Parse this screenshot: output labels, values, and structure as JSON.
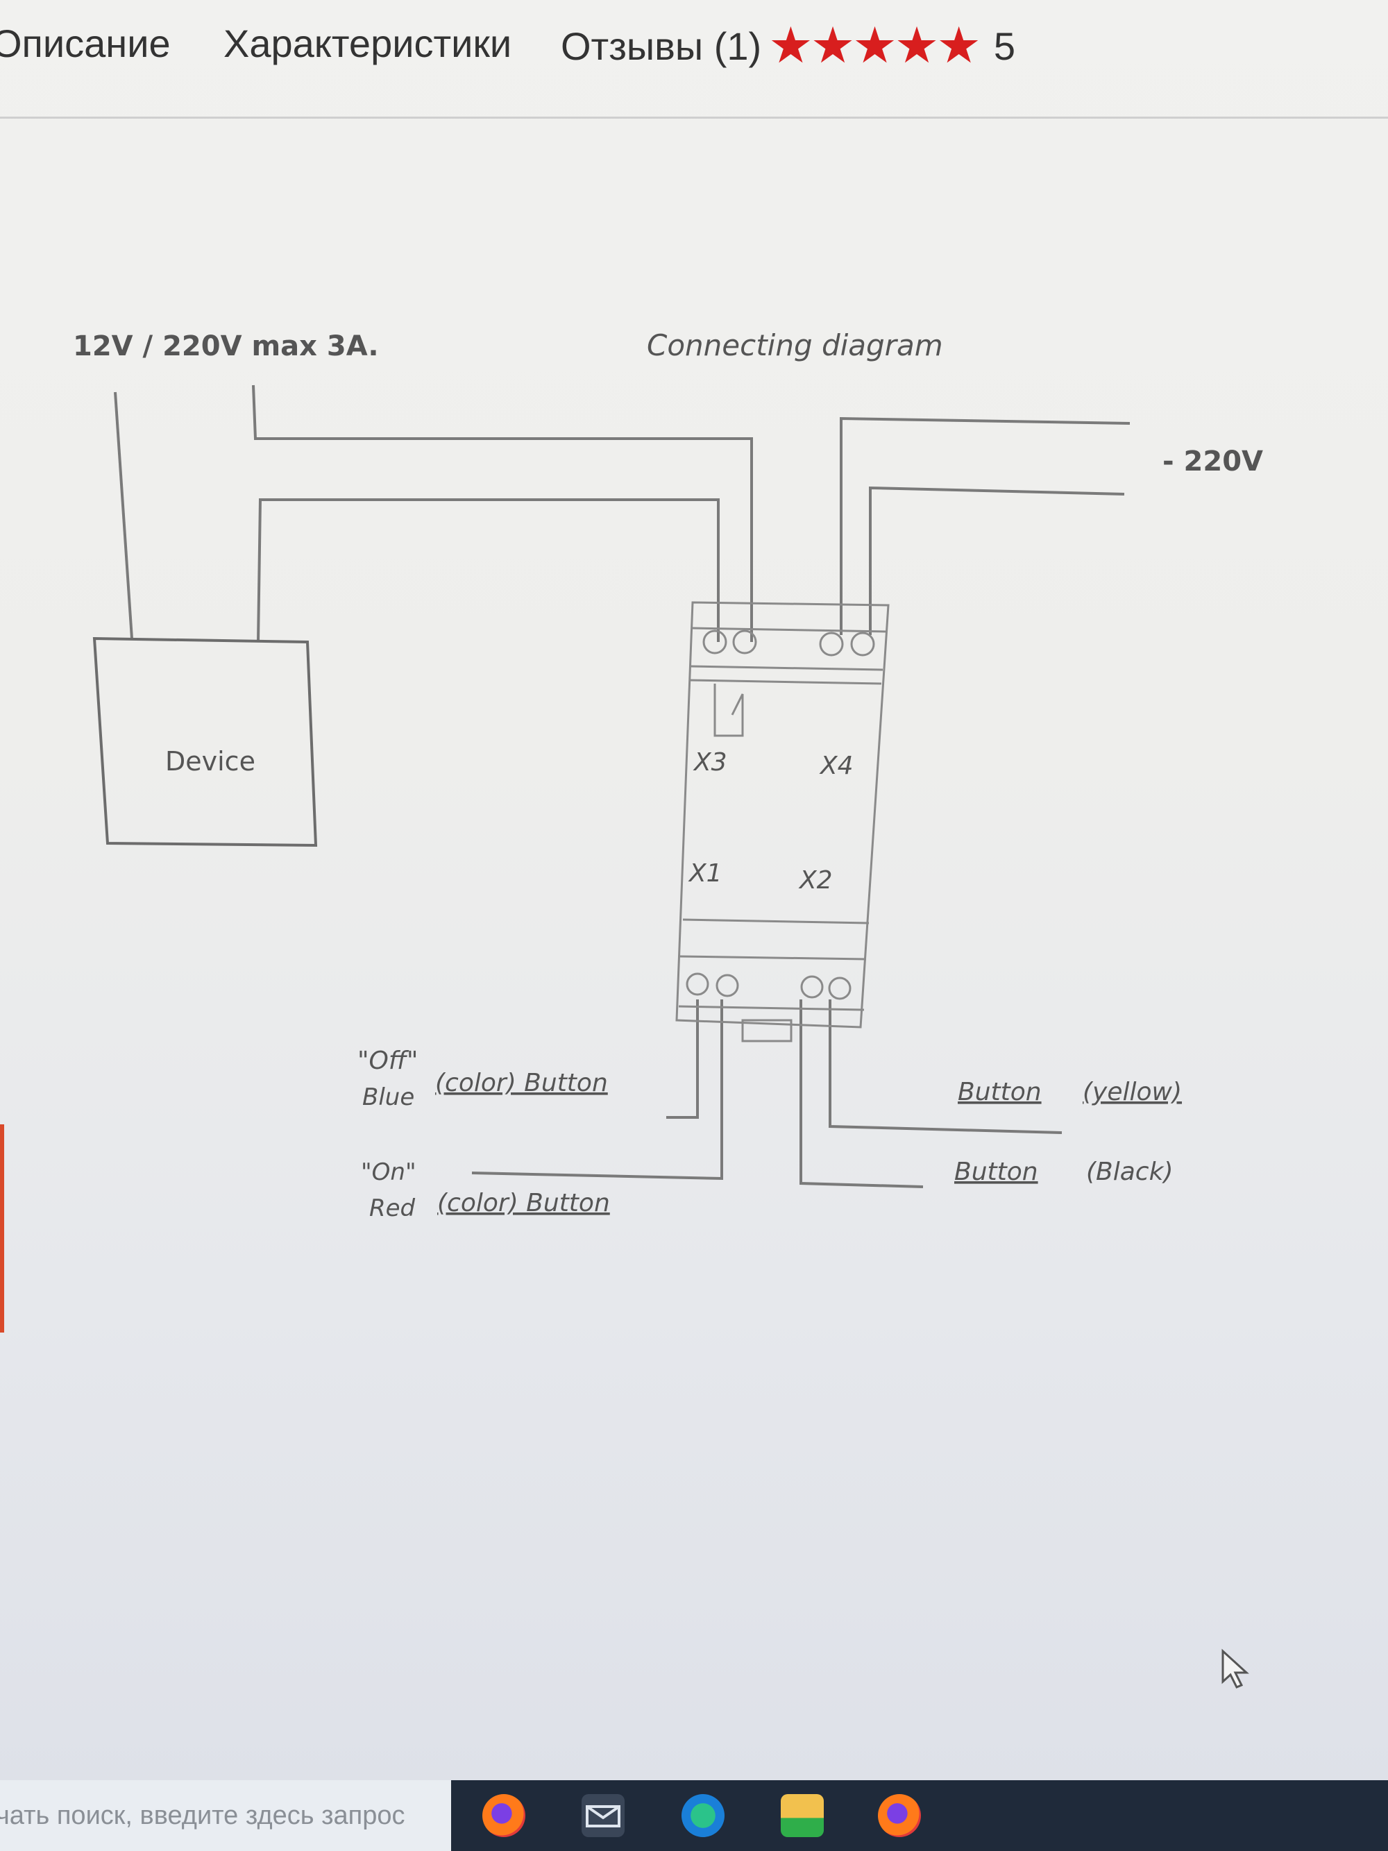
{
  "tabs": {
    "description": "Описание",
    "specs": "Характеристики",
    "reviews": "Отзывы (1)",
    "rating_stars": 5,
    "rating_value": "5"
  },
  "diagram": {
    "power_label": "12V / 220V max 3A.",
    "title": "Connecting diagram",
    "mains_label": "- 220V",
    "device_label": "Device",
    "terminal_x3": "X3",
    "terminal_x4": "X4",
    "terminal_x1": "X1",
    "terminal_x2": "X2",
    "off_label": "\"Off\"",
    "off_color": "Blue",
    "off_button": "(color)  Button",
    "on_label": "\"On\"",
    "on_color": "Red",
    "on_button": "(color)  Button",
    "yellow_button": "Button",
    "yellow_color": "(yellow)",
    "black_button": "Button",
    "black_color": "(Black)"
  },
  "taskbar": {
    "search_placeholder": "чать поиск, введите здесь запрос",
    "icons": [
      "firefox-icon",
      "mail-icon",
      "edge-icon",
      "file-explorer-icon",
      "firefox-icon"
    ]
  },
  "colors": {
    "star": "#d81e1e",
    "taskbar": "#1f2a3a"
  }
}
